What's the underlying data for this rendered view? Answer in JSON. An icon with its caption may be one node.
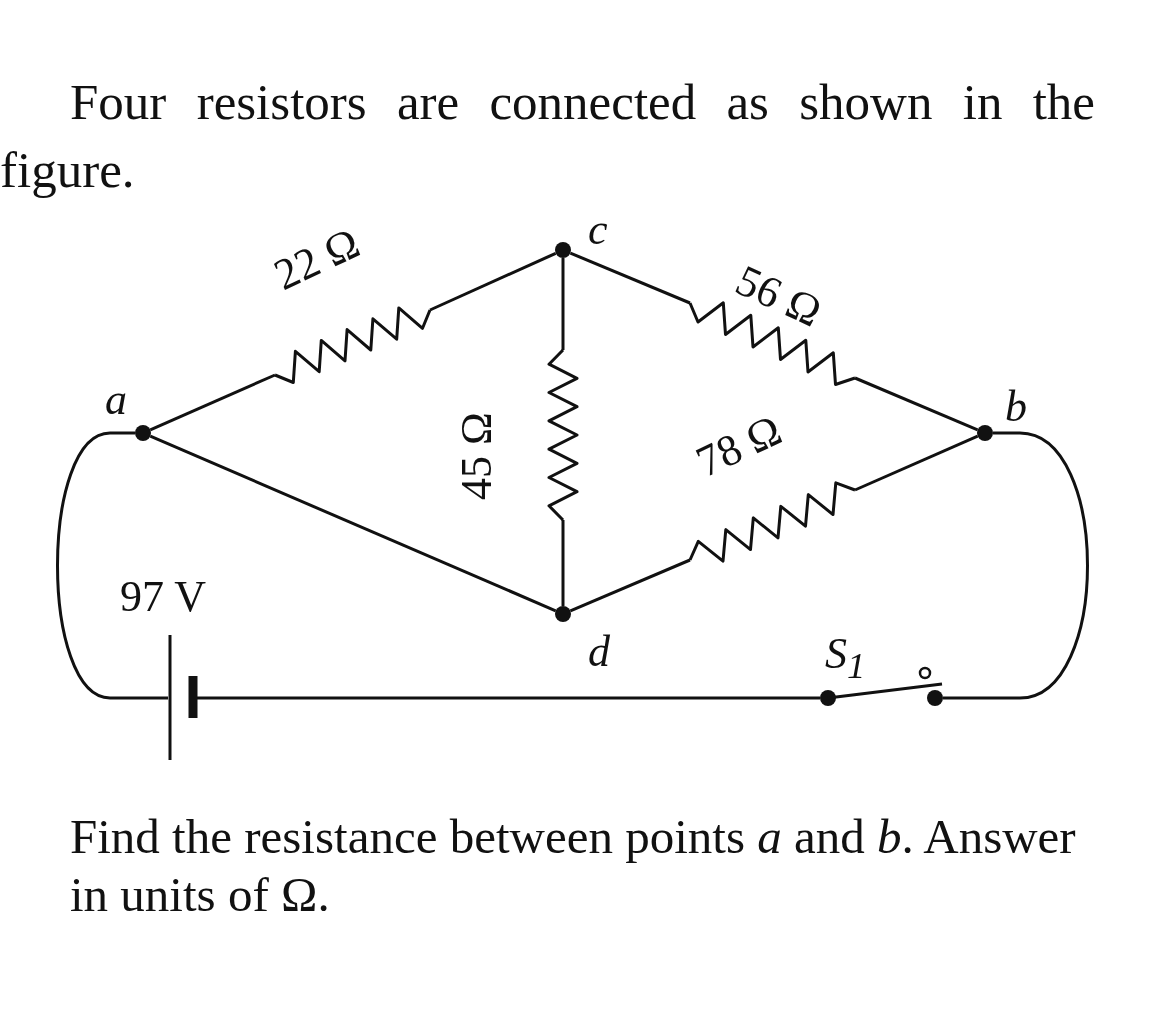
{
  "diagram": {
    "nodes": [
      {
        "text": [],
        "shape": "circle",
        "beside": [
          "c"
        ]
      },
      {
        "text": [],
        "shape": "resistor",
        "beside": [
          "22 Ω"
        ]
      },
      {
        "text": [],
        "shape": "resistor",
        "beside": [
          "56 Ω"
        ]
      },
      {
        "text": [],
        "shape": "circle",
        "beside": [
          "a"
        ]
      },
      {
        "text": [],
        "shape": "circle",
        "beside": [
          "b"
        ]
      },
      {
        "text": [],
        "shape": "resistor",
        "beside": [
          "45 Ω"
        ]
      },
      {
        "text": [],
        "shape": "resistor",
        "beside": [
          "78 Ω"
        ]
      },
      {
        "text": [],
        "shape": "battery",
        "beside": [
          "97 V"
        ]
      },
      {
        "text": [],
        "shape": "circle",
        "beside": [
          "d"
        ]
      },
      {
        "text": [],
        "shape": "switch",
        "beside": [
          "S$_{1}$"
        ]
      }
    ],
    "edges": [
      {
        "from": 3,
        "to": 1,
        "arrow": "none"
      },
      {
        "from": 1,
        "to": 0,
        "arrow": "none"
      },
      {
        "from": 0,
        "to": 2,
        "arrow": "none"
      },
      {
        "from": 2,
        "to": 4,
        "arrow": "none"
      },
      {
        "from": 0,
        "to": 5,
        "arrow": "none"
      },
      {
        "from": 5,
        "to": 8,
        "arrow": "none"
      },
      {
        "from": 4,
        "to": 6,
        "arrow": "none"
      },
      {
        "from": 6,
        "to": 8,
        "arrow": "none"
      },
      {
        "from": 3,
        "to": 8,
        "arrow": "none"
      },
      {
        "from": 3,
        "to": 7,
        "arrow": "none"
      },
      {
        "from": 7,
        "to": 9,
        "arrow": "none"
      },
      {
        "from": 9,
        "to": 4,
        "arrow": "none"
      }
    ],
    "labels": [
      "Four resistors are connected as shown in the figure.",
      "Find the resistance between points *a* and *b*. Answer in units of  Ω."
    ]
  }
}
